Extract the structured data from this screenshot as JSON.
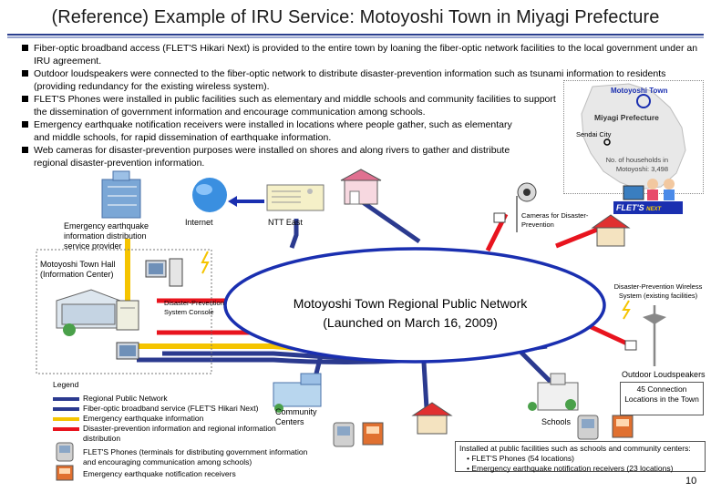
{
  "title": "(Reference) Example of IRU Service: Motoyoshi Town in Miyagi Prefecture",
  "bullets": [
    "Fiber-optic broadband access (FLET'S Hikari Next) is provided to the entire town by loaning the fiber-optic network facilities to the local government under an IRU agreement.",
    "Outdoor loudspeakers were connected to the fiber-optic network to distribute disaster-prevention information such as tsunami information to residents (providing redundancy for the existing wireless system).",
    "FLET'S Phones were installed in public facilities such as elementary and middle schools and community facilities to support the dissemination of government information and encourage communication among schools.",
    "Emergency earthquake notification receivers were installed in locations where people gather, such as elementary and middle schools, for rapid dissemination of earthquake information.",
    "Web cameras for disaster-prevention purposes were installed on shores and along rivers to gather and distribute regional disaster-prevention information."
  ],
  "map": {
    "town": "Motoyoshi Town",
    "prefecture": "Miyagi Prefecture",
    "city": "Sendai City",
    "households_label": "No. of households in Motoyoshi:",
    "households_value": "3,498"
  },
  "network": {
    "name": "Motoyoshi Town Regional Public Network",
    "launched": "(Launched on March 16, 2009)"
  },
  "nodes": {
    "eew_provider": "Emergency earthquake information distribution service provider",
    "internet": "Internet",
    "ntt_east": "NTT East",
    "town_hall": "Motoyoshi Town Hall (Information Center)",
    "console": "Disaster-Prevention System Console",
    "cameras": "Cameras for Disaster-Prevention",
    "wireless": "Disaster-Prevention Wireless System (existing facilities)",
    "loudspeakers": "Outdoor Loudspeakers",
    "connection_locations": "45 Connection Locations in the Town",
    "community_centers": "Community Centers",
    "schools": "Schools",
    "flets_logo": "FLET'S",
    "flets_logo_sub": "NEXT"
  },
  "installed": {
    "heading": "Installed at public facilities such as schools and community centers:",
    "items": [
      "FLET'S Phones (54 locations)",
      "Emergency earthquake notification receivers (23 locations)"
    ]
  },
  "legend": {
    "title": "Legend",
    "items": [
      {
        "label": "Regional Public Network",
        "color": "#2b3a8f"
      },
      {
        "label": "Fiber-optic broadband service (FLET'S Hikari Next)",
        "color": "#2b3a8f"
      },
      {
        "label": "Emergency earthquake information",
        "color": "#f5c400"
      },
      {
        "label": "Disaster-prevention information and regional information distribution",
        "color": "#e8141e"
      }
    ],
    "phone_label": "FLET'S Phones (terminals for distributing government information and encouraging communication among schools)",
    "receiver_label": "Emergency earthquake notification receivers"
  },
  "colors": {
    "blue": "#2b3a8f",
    "yellow": "#f5c400",
    "red": "#e8141e",
    "ring": "#1a2fb0"
  },
  "page_number": "10"
}
